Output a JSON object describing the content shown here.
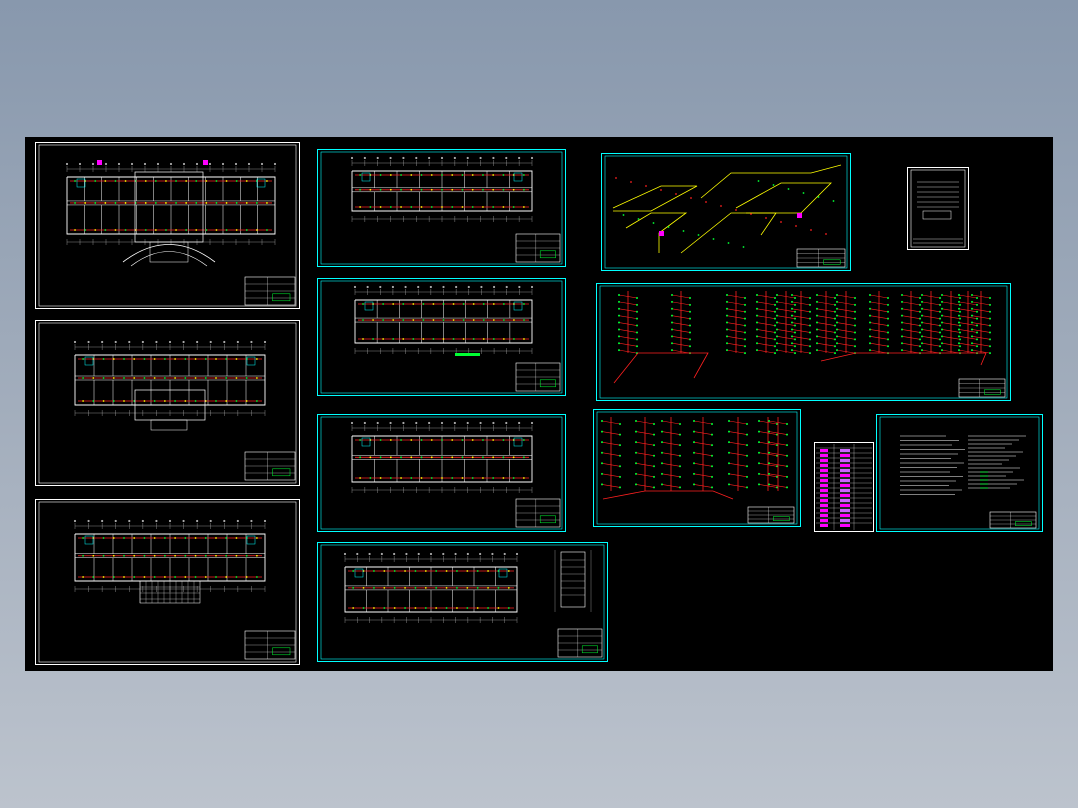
{
  "viewer": {
    "background": "CAD model space",
    "canvas_color": "#000000",
    "colors": {
      "frame_white": "#ffffff",
      "frame_cyan": "#00ffff",
      "wall_white": "#ffffff",
      "grid_line": "#aaaaaa",
      "pipe_red": "#ff2020",
      "pipe_green": "#00ff33",
      "pipe_yellow": "#ffff00",
      "highlight_magenta": "#ff00ff"
    }
  },
  "sheets": [
    {
      "id": "floor-plan-1",
      "kind": "plan",
      "style": "white",
      "title": ""
    },
    {
      "id": "floor-plan-2",
      "kind": "plan",
      "style": "white",
      "title": ""
    },
    {
      "id": "floor-plan-3",
      "kind": "plan",
      "style": "white",
      "title": ""
    },
    {
      "id": "floor-plan-4",
      "kind": "plan",
      "style": "cyan",
      "title": ""
    },
    {
      "id": "floor-plan-5",
      "kind": "plan",
      "style": "cyan",
      "title": ""
    },
    {
      "id": "floor-plan-6",
      "kind": "plan",
      "style": "cyan",
      "title": ""
    },
    {
      "id": "floor-plan-7",
      "kind": "plan",
      "style": "cyan",
      "title": ""
    },
    {
      "id": "axonometric-system",
      "kind": "isometric",
      "style": "cyan",
      "title": ""
    },
    {
      "id": "cover-sheet",
      "kind": "cover",
      "style": "white",
      "title": ""
    },
    {
      "id": "riser-diagram-1",
      "kind": "riser",
      "style": "cyan",
      "title": ""
    },
    {
      "id": "riser-diagram-2",
      "kind": "riser",
      "style": "cyan",
      "title": ""
    },
    {
      "id": "material-legend",
      "kind": "legend",
      "style": "white",
      "title": ""
    },
    {
      "id": "design-notes",
      "kind": "notes",
      "style": "cyan",
      "title": ""
    }
  ]
}
